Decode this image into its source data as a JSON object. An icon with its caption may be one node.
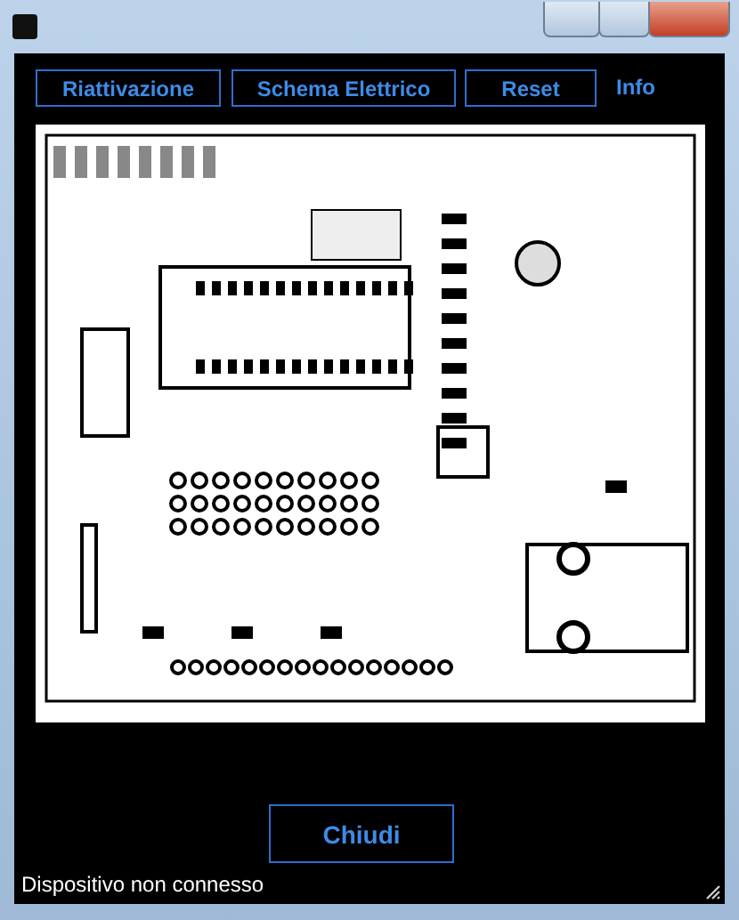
{
  "diagram": {
    "nodes": [
      {
        "text": [
          "Riattivazione"
        ]
      },
      {
        "text": [
          "Schema Elettrico"
        ]
      },
      {
        "text": [
          "Reset"
        ]
      },
      {
        "text": [
          "Chiudi"
        ]
      }
    ],
    "labels": [
      "Info",
      "Dispositivo non connesso"
    ]
  }
}
